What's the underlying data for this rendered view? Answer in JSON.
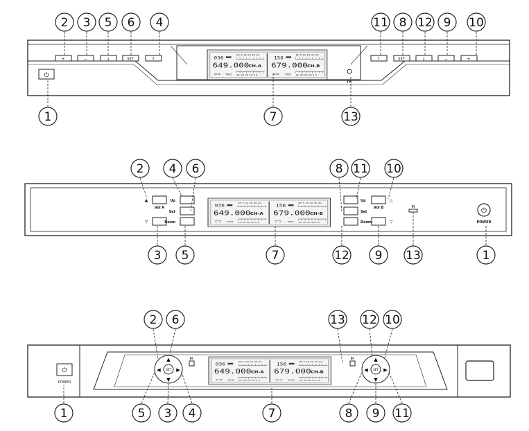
{
  "labels": {
    "plus": "+",
    "minus": "−",
    "set": "SET",
    "power_glyph": "⏻",
    "vol_a": "Vol A",
    "vol_b": "Vol B",
    "up": "Up",
    "set_btn": "Set",
    "down": "Down",
    "ir": "IR",
    "power": "POWER"
  },
  "lcd": {
    "a": {
      "group": "036",
      "freq": "649.000",
      "channel": "CH-A"
    },
    "b": {
      "group": "156",
      "freq": "679.000",
      "channel": "CH-B"
    },
    "rf_scale": "RF  5 10 20 30 40",
    "af_scale": "AF 30 20 10 5  0",
    "mhz": "MHZ"
  },
  "icons": [
    "power-icon",
    "up-arrow-icon",
    "down-arrow-icon",
    "left-arrow-icon",
    "right-arrow-icon",
    "key-icon",
    "ir-sensor-icon"
  ],
  "panels": [
    {
      "name": "panel-1",
      "callouts": [
        "2",
        "3",
        "5",
        "6",
        "4",
        "11",
        "8",
        "12",
        "9",
        "10",
        "1",
        "7",
        "13"
      ]
    },
    {
      "name": "panel-2",
      "callouts": [
        "2",
        "4",
        "6",
        "8",
        "11",
        "10",
        "3",
        "5",
        "7",
        "12",
        "9",
        "13",
        "1"
      ]
    },
    {
      "name": "panel-3",
      "callouts": [
        "2",
        "6",
        "13",
        "12",
        "10",
        "1",
        "5",
        "3",
        "4",
        "7",
        "8",
        "9",
        "11"
      ]
    }
  ]
}
